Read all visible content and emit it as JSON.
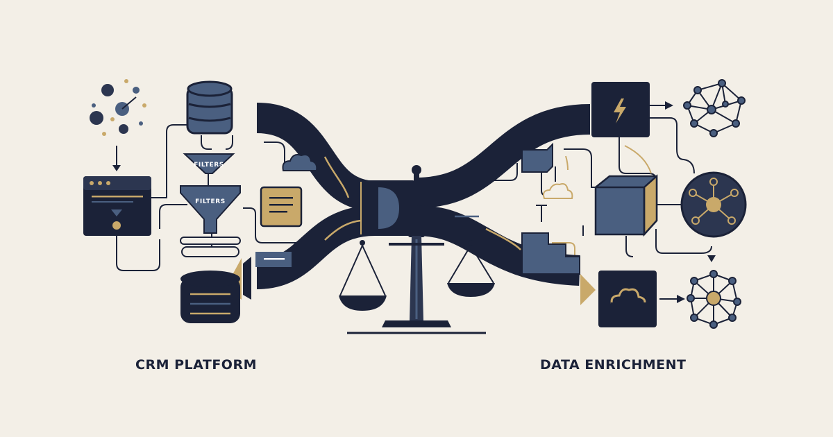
{
  "labels": {
    "filter_top": "FILTERS",
    "filter_bottom": "FILTERS",
    "left_caption": "CRM PLATFORM",
    "right_caption": "DATA ENRICHMENT"
  },
  "colors": {
    "background": "#f3efe7",
    "navy": "#1b2238",
    "slate": "#4a5f80",
    "gold": "#c9a96a"
  }
}
